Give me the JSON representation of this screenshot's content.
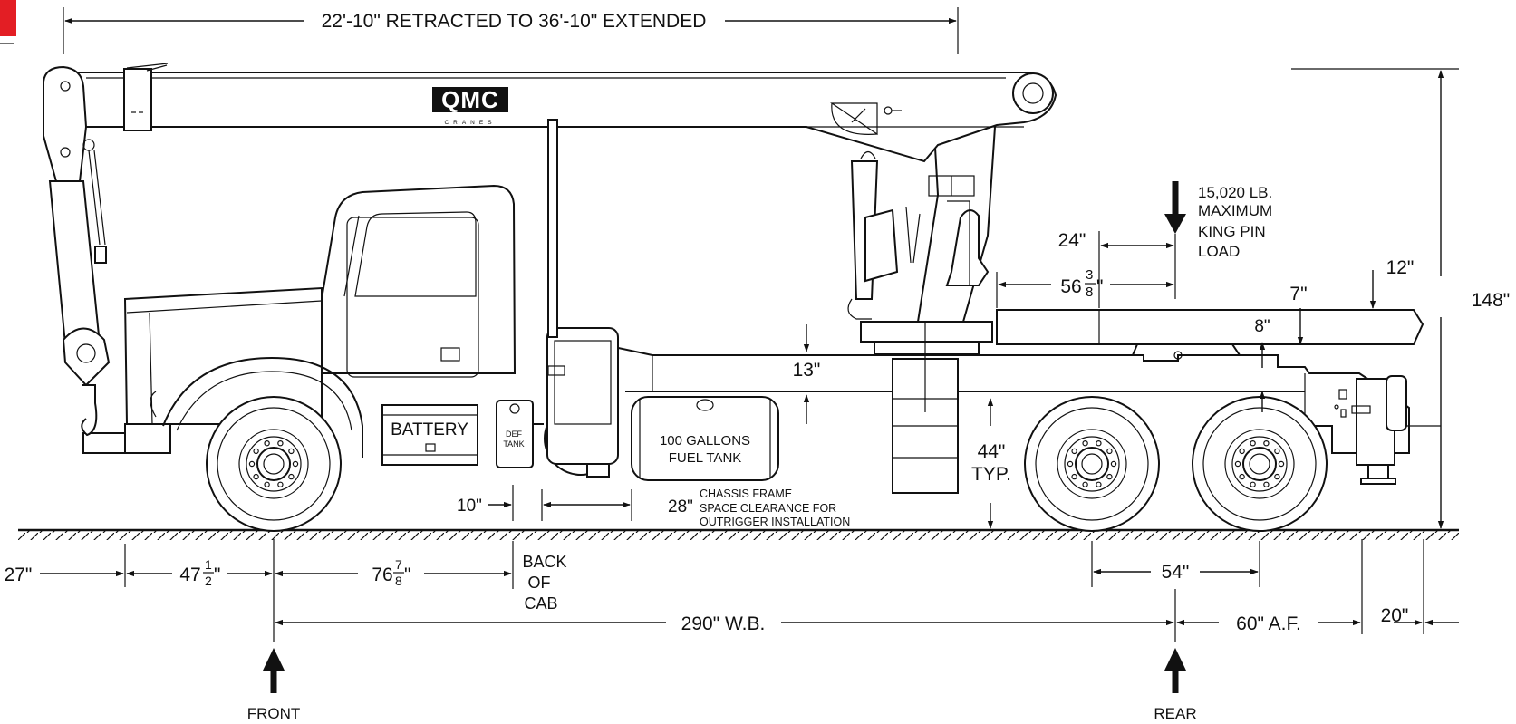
{
  "brand": {
    "logo": "QMC",
    "tagline": "CRANES",
    "accent_color": "#e31e24"
  },
  "dimensions": {
    "boom": "22'-10\" RETRACTED TO 36'-10\" EXTENDED",
    "overall_height": "148\"",
    "front_overhang": "27\"",
    "front_axle_to_bumper": "47",
    "front_axle_to_bumper_frac": {
      "num": "1",
      "den": "2"
    },
    "axle_to_back_of_cab": "76",
    "axle_to_back_of_cab_frac": {
      "num": "7",
      "den": "8"
    },
    "back_of_cab": [
      "BACK",
      "OF",
      "CAB"
    ],
    "wheelbase": "290\" W.B.",
    "after_frame": "60\" A.F.",
    "rear_overhang": "20\"",
    "tandem_spread": "54\"",
    "frame_height": "44\"",
    "frame_height_note": "TYP.",
    "frame_depth": "13\"",
    "clearance_a": "10\"",
    "clearance_b": "28\"",
    "king_pin_offset": "24\"",
    "king_pin_to_front": "56",
    "king_pin_to_front_frac": {
      "num": "3",
      "den": "8"
    },
    "deck_height": "12\"",
    "deck_offset": "7\"",
    "deck_thickness": "8\""
  },
  "labels": {
    "battery": "BATTERY",
    "def_tank": [
      "DEF",
      "TANK"
    ],
    "fuel_tank": [
      "100 GALLONS",
      "FUEL TANK"
    ],
    "chassis_note": [
      "CHASSIS FRAME",
      "SPACE CLEARANCE FOR",
      "OUTRIGGER INSTALLATION"
    ],
    "king_pin_load": [
      "15,020 LB.",
      "MAXIMUM",
      "KING PIN",
      "LOAD"
    ],
    "front": "FRONT",
    "rear": "REAR"
  }
}
